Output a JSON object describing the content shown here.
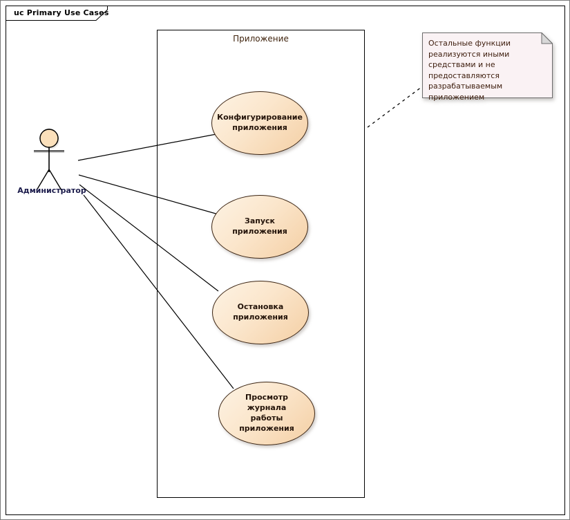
{
  "diagram": {
    "frame_label": "uc Primary Use Cases",
    "boundary_label": "Приложение",
    "actor": {
      "name": "Администратор",
      "icon": "stick-figure-actor-icon"
    },
    "use_cases": [
      {
        "id": "configure",
        "label": "Конфигурирование\nприложения"
      },
      {
        "id": "start",
        "label": "Запуск приложения"
      },
      {
        "id": "stop",
        "label": "Остановка\nприложения"
      },
      {
        "id": "viewlog",
        "label": "Просмотр журнала\nработы приложения"
      }
    ],
    "note": {
      "text": "Остальные функции реализуются иными средствами и не предоставляются разрабатываемым приложением"
    },
    "colors": {
      "usecase_fill_light": "#fdf3e4",
      "usecase_fill_dark": "#f4cfa4",
      "usecase_border": "#3b2412",
      "actor_head_fill": "#fbe0bb",
      "note_fill": "#faf2f4",
      "note_border": "#6b6b6b",
      "line": "#000000",
      "boundary_label_color": "#40240e",
      "actor_label_color": "#1b1b4b"
    }
  }
}
